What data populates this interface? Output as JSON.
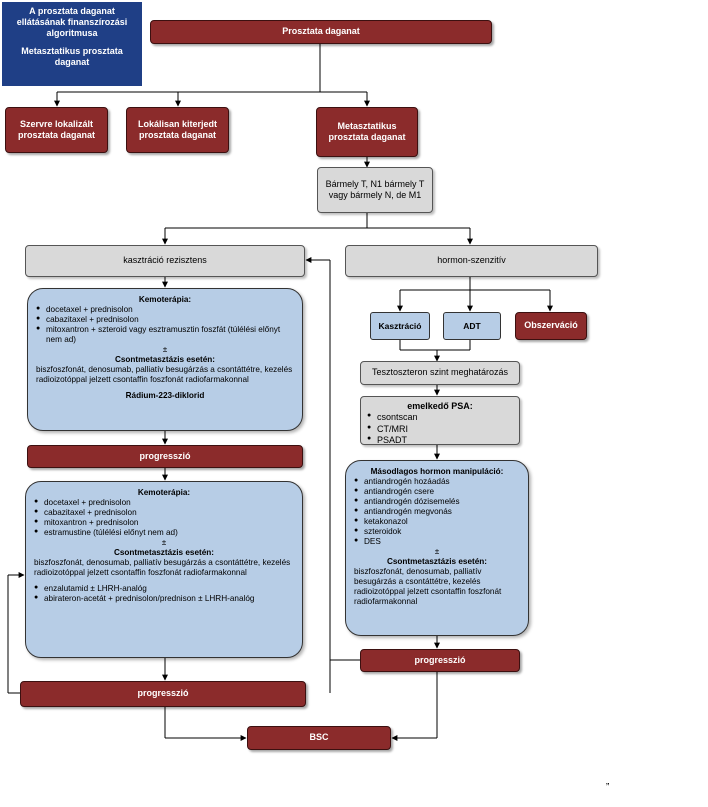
{
  "title_box": {
    "line1": "A prosztata daganat ellátásának finanszírozási algoritmusa",
    "line2": "Metasztatikus prosztata daganat"
  },
  "root": "Prosztata daganat",
  "level1": {
    "organ": "Szervre lokalizált prosztata daganat",
    "local": "Lokálisan kiterjedt prosztata daganat",
    "metastatic": "Metasztatikus prosztata daganat"
  },
  "staging": "Bármely T, N1 bármely T vagy bármely N, de M1",
  "castration_resistant": "kasztráció rezisztens",
  "hormone_sensitive": "hormon-szenzitív",
  "left_box1": {
    "heading": "Kemoterápia:",
    "items": [
      "docetaxel + prednisolon",
      "cabazitaxel + prednisolon",
      "mitoxantron + szteroid vagy esztramusztin foszfát (túlélési előnyt nem ad)"
    ],
    "plusminus": "±",
    "bone_heading": "Csontmetasztázis esetén:",
    "bone_text": "biszfoszfonát, denosumab, palliatív besugárzás a csontáttétre, kezelés radioizotóppal jelzett csontaffin foszfonát radiofarmakonnal",
    "radium": "Rádium-223-diklorid"
  },
  "progression": "progresszió",
  "left_box2": {
    "heading": "Kemoterápia:",
    "items": [
      "docetaxel + prednisolon",
      "cabazitaxel + prednisolon",
      "mitoxantron + prednisolon",
      "estramustine (túlélési előnyt nem ad)"
    ],
    "plusminus": "±",
    "bone_heading": "Csontmetasztázis esetén:",
    "bone_text": "biszfoszfonát, denosumab, palliatív besugárzás a csontáttétre, kezelés radioizotóppal jelzett csontaffin foszfonát radiofarmakonnal",
    "items2": [
      "enzalutamid ± LHRH-analóg",
      "abirateron-acetát + prednisolon/prednison ± LHRH-analóg"
    ]
  },
  "right": {
    "castration": "Kasztráció",
    "adt": "ADT",
    "observation": "Obszerváció",
    "testosterone": "Tesztoszteron szint meghatározás",
    "psa_heading": "emelkedő PSA:",
    "psa_items": [
      "csontscan",
      "CT/MRI",
      "PSADT"
    ]
  },
  "right_box": {
    "heading": "Másodlagos hormon manipuláció:",
    "items": [
      "antiandrogén hozáadás",
      "antiandrogén csere",
      "antiandrogén dózisemelés",
      "antiandrogén megvonás",
      "ketakonazol",
      "szteroidok",
      "DES"
    ],
    "plusminus": "±",
    "bone_heading": "Csontmetasztázis esetén:",
    "bone_text": "biszfoszfonát, denosumab, palliatív besugárzás a csontáttétre, kezelés radioizotóppal jelzett csontaffin foszfonát radiofarmakonnal"
  },
  "bsc": "BSC",
  "page_mark": "”",
  "colors": {
    "red": "#8b2b2b",
    "navy": "#1f3f86",
    "grey": "#d9d9d9",
    "blue": "#b7cde6"
  }
}
